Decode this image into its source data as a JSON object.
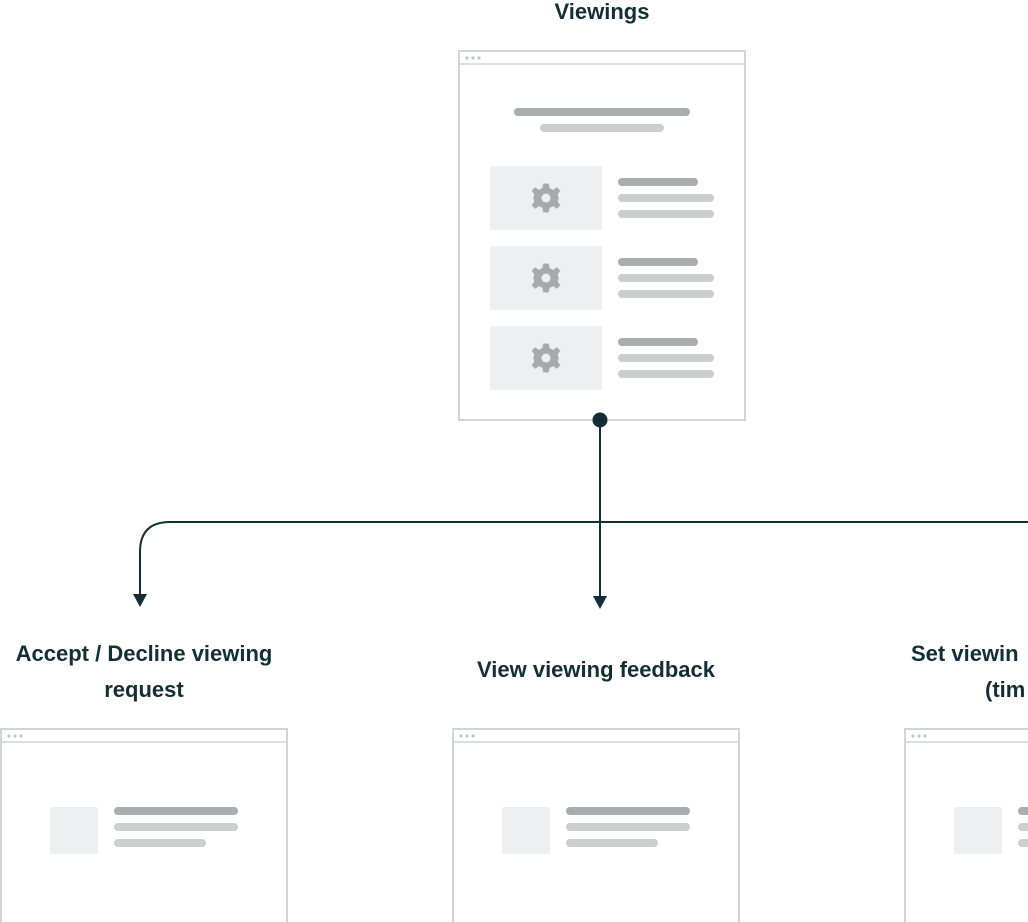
{
  "diagram": {
    "top": {
      "title": "Viewings",
      "gear_icon": "gear-icon"
    },
    "children": [
      {
        "title_lines": [
          "Accept / Decline viewing",
          "request"
        ]
      },
      {
        "title_lines": [
          "View viewing feedback"
        ]
      },
      {
        "title_lines": [
          "Set viewin",
          "(tim"
        ]
      }
    ]
  },
  "colors": {
    "connector": "#132f35",
    "frame_border": "#d2d4d5",
    "placeholder_dark": "#a9adaf",
    "placeholder_light": "#cbcdce",
    "thumbnail_bg": "#eeeff0",
    "gear": "#a6aaac"
  }
}
